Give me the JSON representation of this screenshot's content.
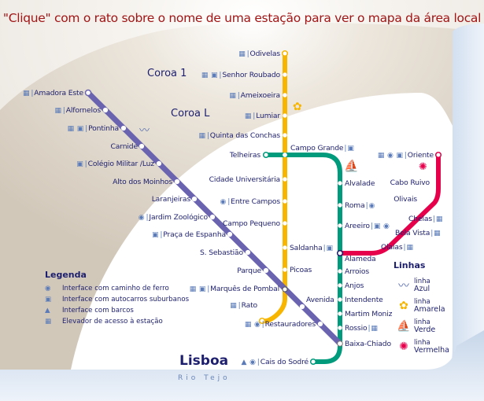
{
  "header": {
    "instruction": "\"Clique\" com o rato sobre o nome de uma estação para ver o mapa da área local"
  },
  "zones": {
    "coroa1": "Coroa 1",
    "coroaL": "Coroa L",
    "city": "Lisboa",
    "river": "Rio Tejo"
  },
  "colors": {
    "blue_line": "#6a64b0",
    "yellow_line": "#f7b500",
    "green_line": "#009a7c",
    "red_line": "#e6004c",
    "label_text": "#1d1f6e",
    "title_text": "#a01515",
    "outer_zone": "#d4cbbe",
    "river": "#c9d8ea"
  },
  "lines": {
    "azul": {
      "name": "linha Azul",
      "stations": [
        "Amadora Este",
        "Alfornelos",
        "Pontinha",
        "Carnide",
        "Colégio Militar /Luz",
        "Alto dos Moinhos",
        "Laranjeiras",
        "Jardim Zoológico",
        "Praça de Espanha",
        "S. Sebastião",
        "Parque",
        "Marquês de Pombal",
        "Avenida",
        "Restauradores",
        "Baixa-Chiado"
      ]
    },
    "amarela": {
      "name": "linha Amarela",
      "stations": [
        "Odivelas",
        "Senhor Roubado",
        "Ameixoeira",
        "Lumiar",
        "Quinta das Conchas",
        "Campo Grande",
        "Cidade Universitária",
        "Entre Campos",
        "Campo Pequeno",
        "Saldanha",
        "Picoas",
        "Marquês de Pombal",
        "Rato"
      ]
    },
    "verde": {
      "name": "linha Verde",
      "stations": [
        "Telheiras",
        "Campo Grande",
        "Alvalade",
        "Roma",
        "Areeiro",
        "Alameda",
        "Arroios",
        "Anjos",
        "Intendente",
        "Martim Moniz",
        "Rossio",
        "Baixa-Chiado",
        "Cais do Sodré"
      ]
    },
    "vermelha": {
      "name": "linha Vermelha",
      "stations": [
        "Oriente",
        "Cabo Ruivo",
        "Olivais",
        "Chelas",
        "Bela Vista",
        "Olaias",
        "Alameda"
      ]
    }
  },
  "labels": {
    "amadora_este": "Amadora Este",
    "alfornelos": "Alfornelos",
    "pontinha": "Pontinha",
    "carnide": "Carnide",
    "colegio_militar": "Colégio Militar /Luz",
    "alto_dos_moinhos": "Alto dos Moinhos",
    "laranjeiras": "Laranjeiras",
    "jardim_zoologico": "Jardim Zoológico",
    "praca_de_espanha": "Praça de Espanha",
    "s_sebastiao": "S. Sebastião",
    "parque": "Parque",
    "marques_de_pombal": "Marquês de Pombal",
    "avenida": "Avenida",
    "restauradores": "Restauradores",
    "baixa_chiado": "Baixa-Chiado",
    "odivelas": "Odivelas",
    "senhor_roubado": "Senhor Roubado",
    "ameixoeira": "Ameixoeira",
    "lumiar": "Lumiar",
    "quinta_das_conchas": "Quinta das Conchas",
    "campo_grande": "Campo Grande",
    "telheiras": "Telheiras",
    "cidade_universitaria": "Cidade Universitária",
    "entre_campos": "Entre Campos",
    "campo_pequeno": "Campo Pequeno",
    "saldanha": "Saldanha",
    "picoas": "Picoas",
    "rato": "Rato",
    "alvalade": "Alvalade",
    "roma": "Roma",
    "areeiro": "Areeiro",
    "alameda": "Alameda",
    "arroios": "Arroios",
    "anjos": "Anjos",
    "intendente": "Intendente",
    "martim_moniz": "Martim Moniz",
    "rossio": "Rossio",
    "cais_do_sodre": "Cais do Sodré",
    "oriente": "Oriente",
    "cabo_ruivo": "Cabo Ruivo",
    "olivais": "Olivais",
    "chelas": "Chelas",
    "bela_vista": "Bela Vista",
    "olaias": "Olaias"
  },
  "icons": {
    "elevator": "elevator-icon",
    "train": "train-icon",
    "bus": "bus-icon",
    "boat": "boat-icon"
  },
  "legend": {
    "title": "Legenda",
    "items": [
      {
        "icon": "train-icon",
        "label": "Interface com caminho de ferro"
      },
      {
        "icon": "bus-icon",
        "label": "Interface com autocarros suburbanos"
      },
      {
        "icon": "boat-icon",
        "label": "Interface com barcos"
      },
      {
        "icon": "elevator-icon",
        "label": "Elevador de acesso à estação"
      }
    ]
  },
  "lines_legend": {
    "title": "Linhas",
    "items": [
      {
        "icon": "seagull-icon",
        "prefix": "linha",
        "name": "Azul"
      },
      {
        "icon": "sunflower-icon",
        "prefix": "linha",
        "name": "Amarela"
      },
      {
        "icon": "caravel-icon",
        "prefix": "linha",
        "name": "Verde"
      },
      {
        "icon": "compass-rose-icon",
        "prefix": "linha",
        "name": "Vermelha"
      }
    ]
  }
}
